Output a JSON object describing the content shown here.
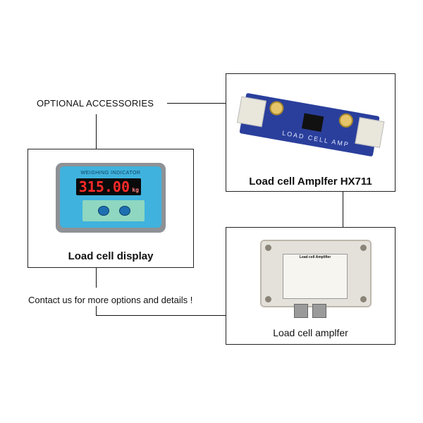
{
  "optional_heading": "OPTIONAL ACCESSORIES",
  "contact_note": "Contact us for more options and details !",
  "display_card": {
    "caption": "Load cell display",
    "indicator_label": "WEIGHING    INDICATOR",
    "reading": "315.00",
    "unit": "kg"
  },
  "hx711_card": {
    "caption": "Load cell Amplfer HX711",
    "board_text": "LOAD CELL AMP"
  },
  "amp_card": {
    "caption": "Load cell amplfer",
    "plate_title": "Load cell Amplifier"
  },
  "colors": {
    "indicator_face": "#3fb2de",
    "display_digits": "#ff2a2a",
    "board": "#2a3f9c"
  }
}
